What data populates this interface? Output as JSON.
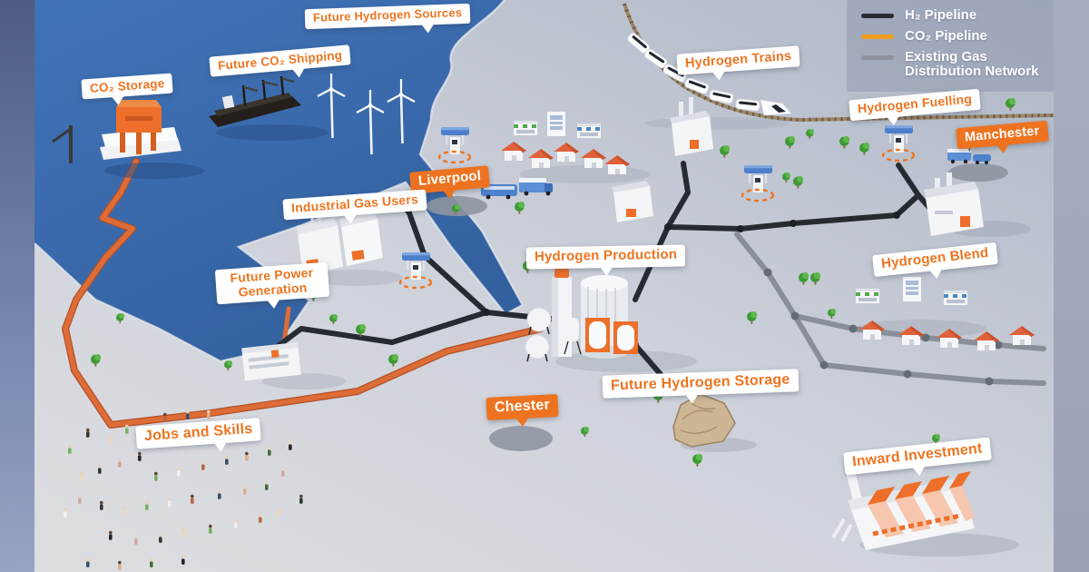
{
  "legend": {
    "h2": {
      "label": "H₂ Pipeline",
      "color": "#272c33"
    },
    "co2": {
      "label": "CO₂ Pipeline",
      "color": "#f39c1e"
    },
    "gas": {
      "label_line1": "Existing Gas",
      "label_line2": "Distribution Network",
      "color": "#8d939c"
    }
  },
  "labels": {
    "co2_storage": "CO₂ Storage",
    "future_co2_shipping": "Future CO₂ Shipping",
    "future_hydrogen_sources": "Future Hydrogen Sources",
    "hydrogen_trains": "Hydrogen Trains",
    "hydrogen_fuelling": "Hydrogen Fuelling",
    "manchester": "Manchester",
    "liverpool": "Liverpool",
    "chester": "Chester",
    "industrial_gas_users": "Industrial Gas Users",
    "hydrogen_production": "Hydrogen Production",
    "hydrogen_blend": "Hydrogen Blend",
    "future_power_generation_line1": "Future Power",
    "future_power_generation_line2": "Generation",
    "future_hydrogen_storage": "Future Hydrogen Storage",
    "jobs_and_skills": "Jobs and Skills",
    "inward_investment": "Inward Investment"
  },
  "colors": {
    "sea": "#3b6cb3",
    "land_light": "#d9dbe1",
    "land_dark": "#aeb6c6",
    "accent_orange": "#ee7420",
    "label_background": "#ffffff",
    "city_label_background": "#ee7320",
    "h2_pipeline": "#272c33",
    "co2_pipeline": "#dd6c36",
    "gas_pipeline": "#8d939c",
    "railway": "#6b5a44"
  }
}
